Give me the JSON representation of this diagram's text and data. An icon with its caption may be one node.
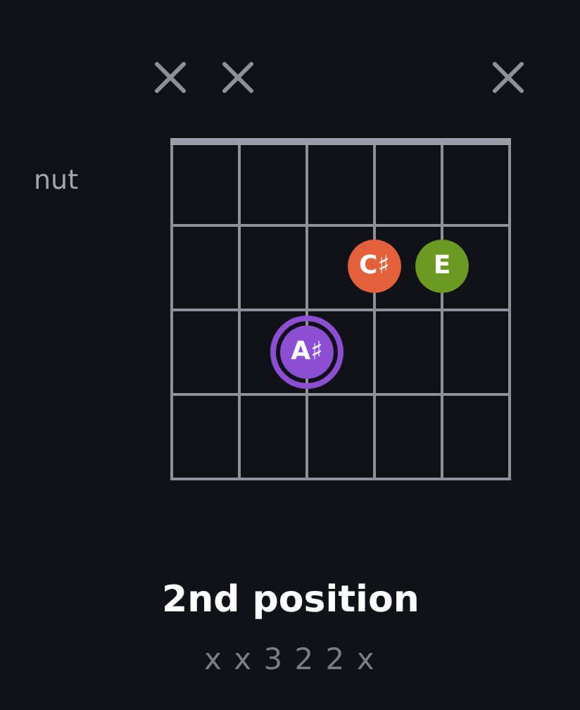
{
  "diagram": {
    "caption": "2nd position",
    "nodes": [
      {
        "text": [
          "C♯"
        ]
      },
      {
        "text": [
          "E"
        ]
      },
      {
        "text": [
          "A♯"
        ]
      }
    ],
    "labels": [
      "nut",
      "x x 3 2 2 x"
    ]
  }
}
